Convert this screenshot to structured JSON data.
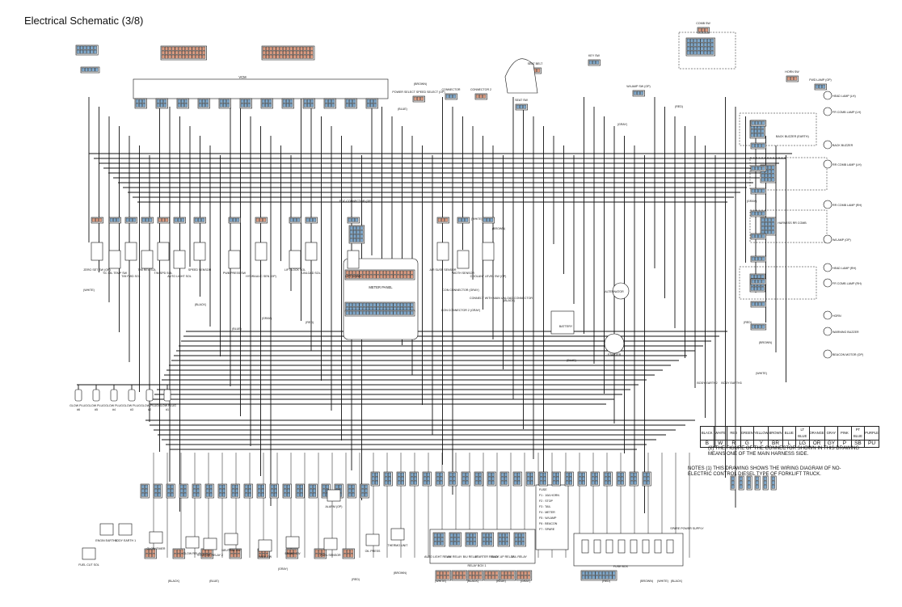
{
  "title": "Electrical Schematic (3/8)",
  "labels": {
    "vcm": "VCM",
    "fdc_connector": "FDC CONNECTOR (OP)",
    "meter_panel": "METER PANEL",
    "glow_plugs": [
      "GLOW PLUG #6",
      "GLOW PLUG #5",
      "GLOW PLUG #4",
      "GLOW PLUG #3",
      "GLOW PLUG #2",
      "GLOW PLUG #1"
    ],
    "lower_devices": [
      "FUEL CUT SOL",
      "ENGIN EARTH 1",
      "BODY EARTH 1",
      "GLOW TIMER",
      "GLOW RELAY",
      "STARTER RELAY 2",
      "NEUTRAL SW",
      "PARK SW",
      "BRAKE SW",
      "FUEL SENSOR",
      "OIL PRESS",
      "THERMO UNIT",
      "ALARM (OP)"
    ],
    "sensors": [
      "ZERO SET SW (OP)",
      "T/C OIL TEMP SW",
      "T/M FWD SOL",
      "T/M REV SOL",
      "T/M SPD SOL",
      "AUTO LIGHT SOL",
      "SPEED SENSOR",
      "PWB PRESS SW",
      "HYDRAULIC SEN (OP)",
      "LIFT LOCK SOL",
      "UNLOAD SOL",
      "LIFT DOWN",
      "AIR SUSP SENSOR",
      "WIDTH SENSOR",
      "COOLANT LEVEL SW (OP)"
    ],
    "top_devices": [
      "POWER SELECT SPEED SELECT (OP)",
      "CONNECTOR",
      "CONNECTOR 2",
      "SEAT SW",
      "SEAT BELT",
      "KEY SW",
      "HORN SW",
      "W/LAMP SW (OP)",
      "COMB SW",
      "FWD LAMP (OP)"
    ],
    "right_devices": [
      "HEAD LAMP (LH)",
      "FR COMB LAMP (LH)",
      "BACK BUZZER (EARTH)",
      "BACK BUZZER",
      "RR COMB LAMP (LH)",
      "RR COMB LAMP (RH)",
      "W/LAMP (OP)",
      "HEAD LAMP (RH)",
      "FR COMB LAMP (RH)",
      "HORN",
      "WARNING BUZZER",
      "BEACON MOTOR (OP)",
      "BODY EARTH2",
      "BODY EARTH3"
    ],
    "mid_devices": [
      "ALTERNATOR",
      "BATTERY",
      "STARTER",
      "CON CONNECTOR (GRAY)",
      "CON CONNECTOR 2 (GRAY)",
      "CONNECT WITH MAIN UNLOAD CONNECTOR"
    ],
    "relay_box": "RELAY BOX 1",
    "fuse_box": "FUSE BOX",
    "harness_rh": "HARNESS RR COMB",
    "spare_supply": "SPARE POWER SUPPLY",
    "relays": [
      "AUTO LIGHT RELAY",
      "W/L RELAY",
      "B/U RELAY",
      "STARTER RELAY",
      "BACK UP RELAY",
      "TAIL RELAY"
    ],
    "fuse_legend": [
      "FUSE",
      "F1 : 10A HORN",
      "F2 : STOP",
      "F3 : TAIL",
      "F4 : METER",
      "F5 : W/LAMP",
      "F6 : BEACON",
      "F7 : SPARE"
    ],
    "color_tags": [
      "(WHITE)",
      "(BLACK)",
      "(BLUE)",
      "(GRAY)",
      "(RED)",
      "(BROWN)"
    ]
  },
  "color_table": {
    "names": [
      "BLACK",
      "WHITE",
      "RED",
      "GREEN",
      "YELLOW",
      "BROWN",
      "BLUE",
      "LT BLUE",
      "ORANGE",
      "GRAY",
      "PINK",
      "PT BLUE",
      "PURPLE"
    ],
    "codes": [
      "B",
      "W",
      "R",
      "G",
      "Y",
      "BR",
      "L",
      "LG",
      "OR",
      "GY",
      "P",
      "SB",
      "PU"
    ]
  },
  "notes": {
    "note2": "(2)  THE FIGURE OF THE CONNECTOR SHOWN IN THIS DRAWING MEANS ONE OF THE MAIN HARNESS SIDE.",
    "note1": "NOTES (1)  THIS DRAWING SHOWS THE WIRING DIAGRAM OF NO-ELECTRIC CONTROL DIESEL TYPE OF FORKLIFT TRUCK."
  },
  "colors": {
    "connector_blue": "#7fa7c9",
    "connector_orange": "#d99a80",
    "wire": "#111111"
  }
}
